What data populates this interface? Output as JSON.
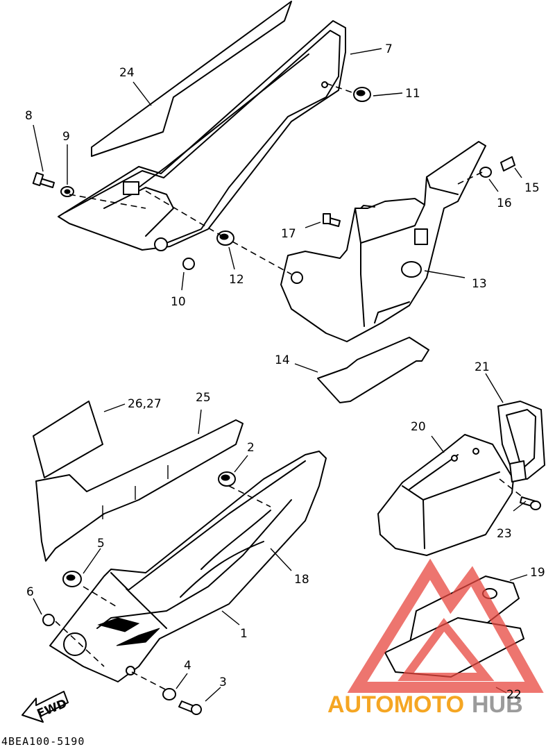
{
  "diagram_code": "4BEA100-5190",
  "fwd_label": "FWD",
  "watermark": {
    "part1": "AUTOMOTO",
    "part2": "HUB",
    "color1": "#f5a623",
    "color2": "#9b9b9b",
    "logo_color": "#e8473f"
  },
  "callouts": {
    "c1": "1",
    "c2": "2",
    "c3": "3",
    "c4": "4",
    "c5": "5",
    "c6": "6",
    "c7": "7",
    "c8": "8",
    "c9": "9",
    "c10": "10",
    "c11": "11",
    "c12": "12",
    "c13": "13",
    "c14": "14",
    "c15": "15",
    "c16": "16",
    "c17": "17",
    "c18": "18",
    "c19": "19",
    "c20": "20",
    "c21": "21",
    "c22": "22",
    "c23": "23",
    "c24": "24",
    "c25": "25",
    "c26_27": "26,27"
  }
}
